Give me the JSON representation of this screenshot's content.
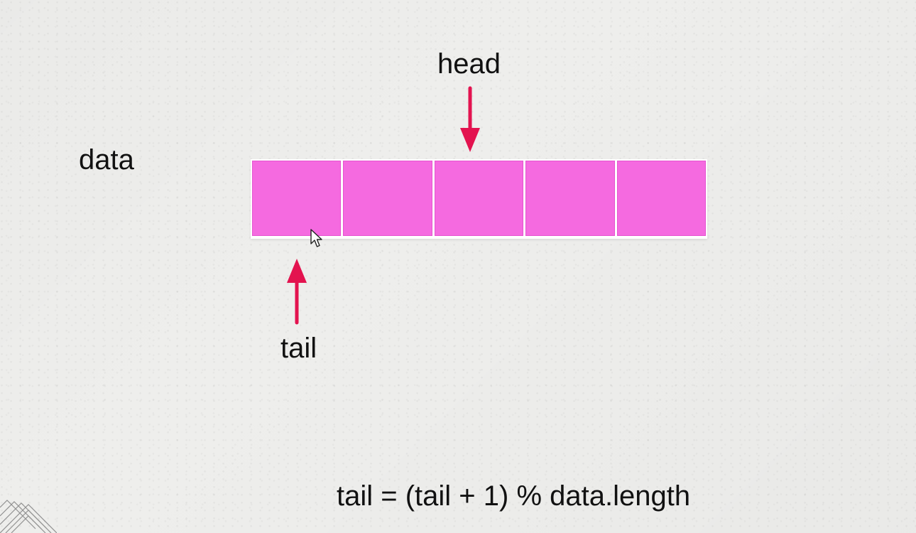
{
  "array_label": "data",
  "head_label": "head",
  "tail_label": "tail",
  "formula": "tail = (tail + 1) % data.length",
  "cells": [
    "",
    "",
    "",
    "",
    ""
  ],
  "head_index": 2,
  "tail_index": 0,
  "colors": {
    "cell_fill": "#f56ae0",
    "arrow": "#e3134f",
    "text": "#111111",
    "background": "#eeeeec"
  }
}
